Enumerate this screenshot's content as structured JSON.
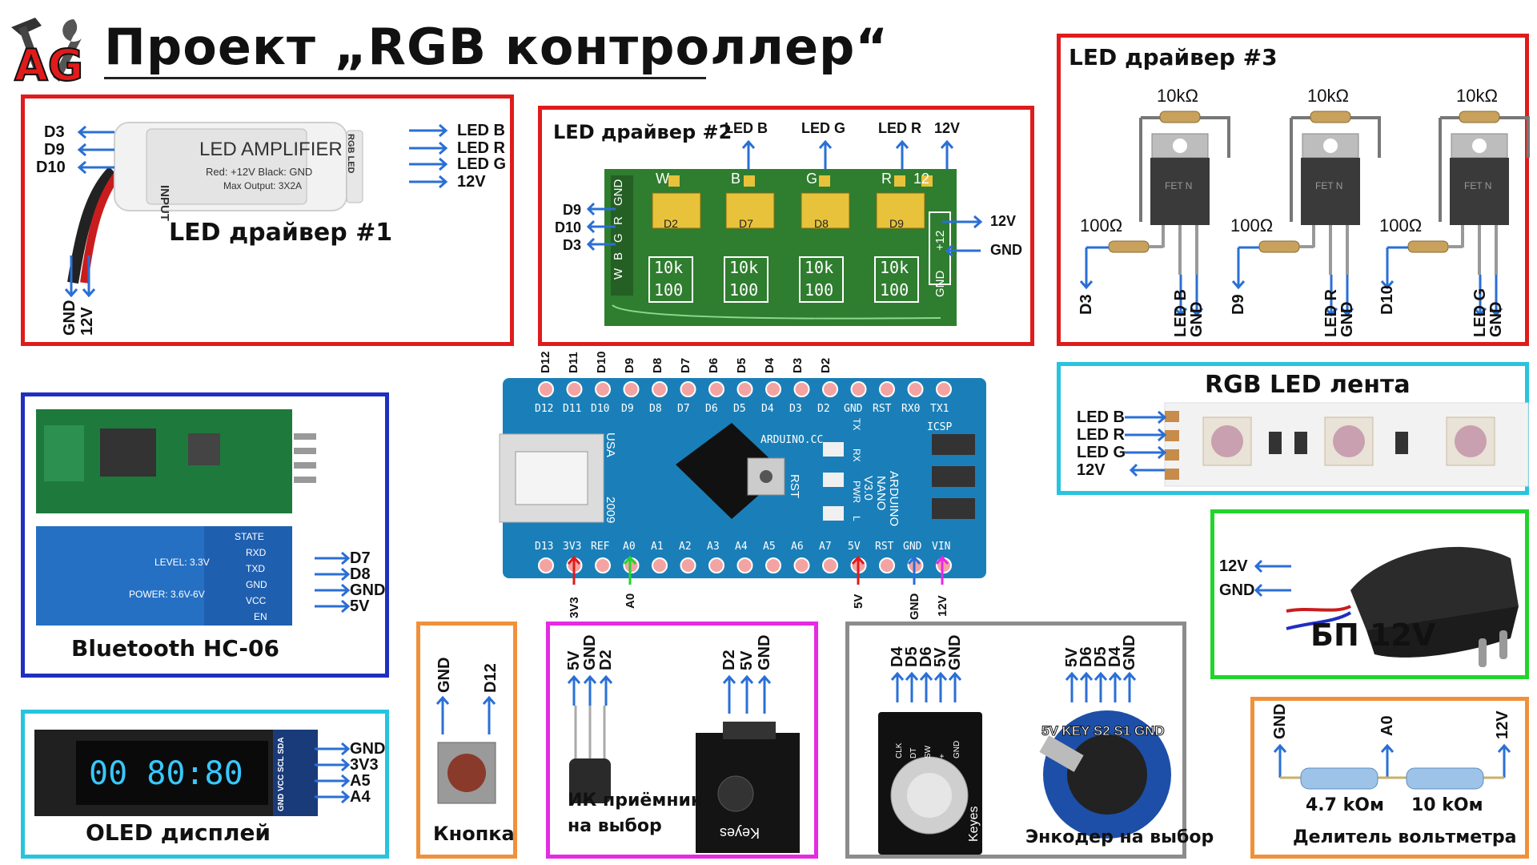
{
  "title": "Проект „RGB контроллер“",
  "logo": {
    "text": "AG",
    "icon": "hammer-wrench-logo"
  },
  "colors": {
    "red": "#e01b1b",
    "blue": "#1f2fc0",
    "cyan": "#27c4de",
    "green": "#22d42c",
    "orange": "#f0913a",
    "magenta": "#e52ae3",
    "gray": "#8c8c8c",
    "arrow": "#2a6fd6",
    "pcb_green": "#2f7d2f",
    "arduino_blue": "#1a7fb8"
  },
  "driver1": {
    "caption": "LED драйвер #1",
    "device_line1": "LED AMPLIFIER",
    "device_line2": "Red: +12V Black: GND",
    "device_line3": "Max Output: 3X2A",
    "input_label": "INPUT",
    "output_label": "RGB LED",
    "left_pins": [
      "D3",
      "D9",
      "D10"
    ],
    "right_pins": [
      "LED B",
      "LED R",
      "LED G",
      "12V"
    ],
    "bottom_pins": [
      "GND",
      "12V"
    ]
  },
  "driver2": {
    "caption": "LED драйвер #2",
    "top_pins": [
      "LED B",
      "LED G",
      "LED R",
      "12V"
    ],
    "left_pins": [
      "D9",
      "D10",
      "D3"
    ],
    "right_pins": [
      "12V",
      "GND"
    ],
    "board_top": [
      "W",
      "B",
      "G",
      "R",
      "12"
    ],
    "board_side": [
      "GND",
      "R",
      "G",
      "B",
      "W"
    ],
    "board_chips": [
      "D2",
      "D7",
      "D8",
      "D9"
    ],
    "board_res": [
      "10k",
      "100"
    ],
    "board_right": [
      "+12",
      "GND"
    ]
  },
  "driver3": {
    "caption": "LED драйвер #3",
    "r_top": [
      "10kΩ",
      "10kΩ",
      "10kΩ"
    ],
    "r_gate": [
      "100Ω",
      "100Ω",
      "100Ω"
    ],
    "fet_label": "FET N",
    "groups": [
      {
        "in": "D3",
        "out": [
          "LED B",
          "GND"
        ]
      },
      {
        "in": "D9",
        "out": [
          "LED R",
          "GND"
        ]
      },
      {
        "in": "D10",
        "out": [
          "LED G",
          "GND"
        ]
      }
    ]
  },
  "bluetooth": {
    "caption": "Bluetooth HC-06",
    "board_pins": [
      "STATE",
      "RXD",
      "TXD",
      "GND",
      "VCC",
      "EN"
    ],
    "level": "LEVEL: 3.3V",
    "power": "POWER: 3.6V-6V",
    "pins": [
      "D7",
      "D8",
      "GND",
      "5V"
    ]
  },
  "oled": {
    "caption": "OLED дисплей",
    "screen": "00 80:80",
    "board_pins": "GND VCC SCL SDA",
    "pins": [
      "GND",
      "3V3",
      "A5",
      "A4"
    ]
  },
  "arduino": {
    "top_pins": [
      "D12",
      "D11",
      "D10",
      "D9",
      "D8",
      "D7",
      "D6",
      "D5",
      "D4",
      "D3",
      "D2"
    ],
    "silk_top": [
      "D12",
      "D11",
      "D10",
      "D9",
      "D8",
      "D7",
      "D6",
      "D5",
      "D4",
      "D3",
      "D2",
      "GND",
      "RST",
      "RX0",
      "TX1"
    ],
    "silk_bottom": [
      "D13",
      "3V3",
      "REF",
      "A0",
      "A1",
      "A2",
      "A3",
      "A4",
      "A5",
      "A6",
      "A7",
      "5V",
      "RST",
      "GND",
      "VIN"
    ],
    "bottom_pins": [
      "3V3",
      "A0",
      "5V",
      "GND",
      "12V"
    ],
    "board_text": [
      "ARDUINO.CC",
      "ARDUINO",
      "NANO",
      "V3.0",
      "ICSP",
      "USA",
      "2009",
      "RST",
      "TX",
      "RX",
      "PWR",
      "L"
    ]
  },
  "ledstrip": {
    "caption": "RGB LED лента",
    "pins": [
      "LED B",
      "LED R",
      "LED G",
      "12V"
    ]
  },
  "psu": {
    "caption": "БП 12V",
    "pins": [
      "12V",
      "GND"
    ]
  },
  "button": {
    "caption": "Кнопка",
    "pins": [
      "GND",
      "D12"
    ]
  },
  "ir": {
    "caption_l1": "ИК приёмник",
    "caption_l2": "на выбор",
    "pins_left": [
      "5V",
      "GND",
      "D2"
    ],
    "pins_right": [
      "D2",
      "5V",
      "GND"
    ],
    "board_brand": "Keyes"
  },
  "encoder": {
    "caption": "Энкодер на выбор",
    "pins_left": [
      "D4",
      "D5",
      "D6",
      "5V",
      "GND"
    ],
    "pins_right": [
      "5V",
      "D6",
      "D5",
      "D4",
      "GND"
    ],
    "label_right": "5V KEY S2 S1 GND",
    "board_pins": [
      "CLK",
      "DT",
      "SW",
      "+",
      "GND"
    ],
    "board_brand": "Keyes"
  },
  "divider": {
    "caption": "Делитель вольтметра",
    "pins": [
      "GND",
      "A0",
      "12V"
    ],
    "r1": "4.7 kOм",
    "r2": "10 kOм"
  }
}
